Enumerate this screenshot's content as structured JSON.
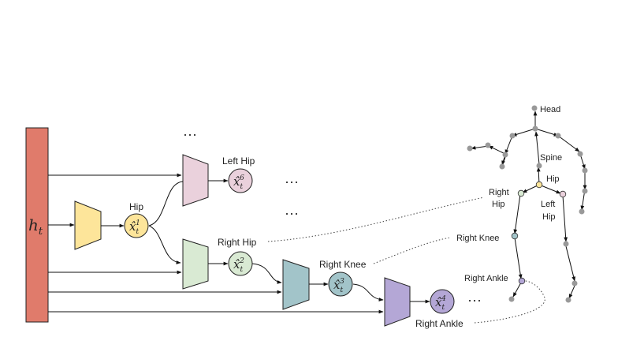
{
  "input": {
    "label": "h",
    "sub": "t",
    "color": "#e07b6b"
  },
  "decoders": [
    {
      "name": "hip",
      "label": "Hip",
      "color": "#fde59a"
    },
    {
      "name": "left-hip",
      "label": "Left Hip",
      "color": "#ead1dc"
    },
    {
      "name": "right-hip",
      "label": "Right Hip",
      "color": "#d9ead3"
    },
    {
      "name": "right-knee",
      "label": "Right Knee",
      "color": "#a2c4c9"
    },
    {
      "name": "right-ankle",
      "label": "Right Ankle",
      "color": "#b4a7d6"
    }
  ],
  "outputs": [
    {
      "base": "x̂",
      "sub": "t",
      "sup": "1",
      "color": "#fde59a"
    },
    {
      "base": "x̂",
      "sub": "t",
      "sup": "6",
      "color": "#ead1dc"
    },
    {
      "base": "x̂",
      "sub": "t",
      "sup": "2",
      "color": "#d9ead3"
    },
    {
      "base": "x̂",
      "sub": "t",
      "sup": "3",
      "color": "#a2c4c9"
    },
    {
      "base": "x̂",
      "sub": "t",
      "sup": "4",
      "color": "#b4a7d6"
    }
  ],
  "ellipsis": [
    "···",
    "···",
    "···",
    "···"
  ],
  "skeleton": {
    "labels": {
      "head": "Head",
      "spine": "Spine",
      "hip": "Hip",
      "right_hip_1": "Right",
      "right_hip_2": "Hip",
      "left_hip_1": "Left",
      "left_hip_2": "Hip",
      "right_knee": "Right Knee",
      "right_ankle": "Right Ankle"
    },
    "joint_colors": {
      "default": "#999999",
      "hip": "#fde59a",
      "left_hip": "#ead1dc",
      "right_hip": "#d9ead3",
      "right_knee": "#a2c4c9",
      "right_ankle": "#b4a7d6"
    }
  }
}
